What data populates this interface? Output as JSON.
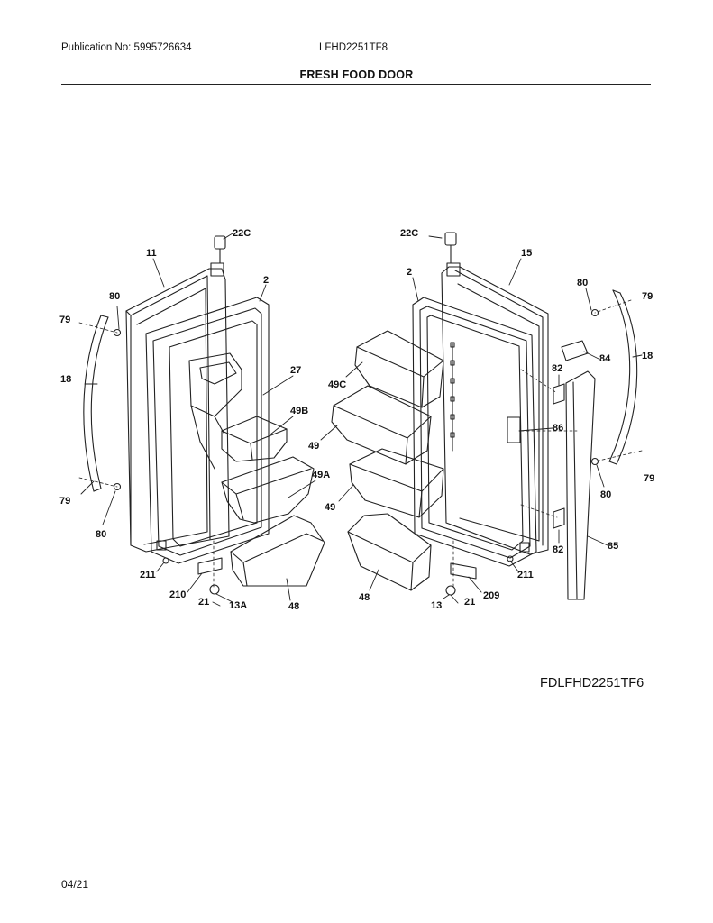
{
  "header": {
    "publication": "Publication No: 5995726634",
    "model": "LFHD2251TF8",
    "title": "FRESH FOOD DOOR"
  },
  "callouts": [
    "22C",
    "11",
    "2",
    "80",
    "79",
    "18",
    "27",
    "49B",
    "49A",
    "211",
    "210",
    "21",
    "13A",
    "48",
    "22C",
    "2",
    "15",
    "49C",
    "49",
    "49",
    "80",
    "79",
    "82",
    "84",
    "18",
    "86",
    "79",
    "80",
    "82",
    "85",
    "211",
    "209",
    "13",
    "21",
    "48"
  ],
  "footer": {
    "drawing_code": "FDLFHD2251TF6",
    "date": "04/21"
  }
}
